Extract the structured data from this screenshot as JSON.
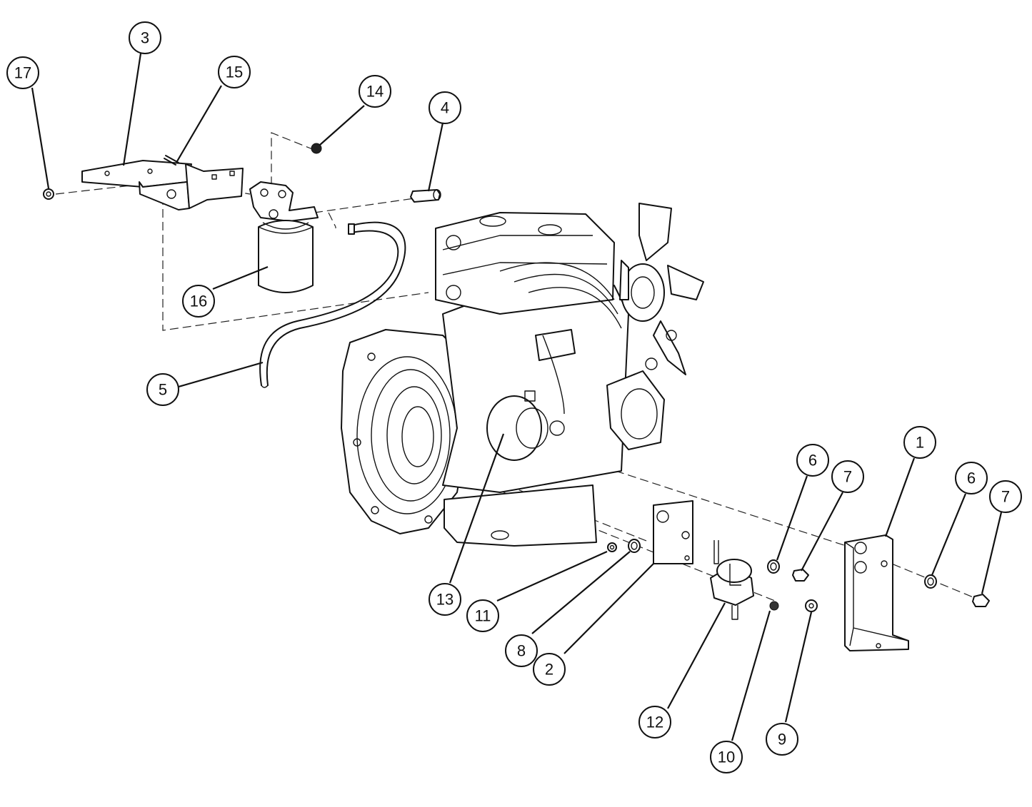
{
  "callouts": [
    {
      "id": "c17",
      "label": "17"
    },
    {
      "id": "c3",
      "label": "3"
    },
    {
      "id": "c15",
      "label": "15"
    },
    {
      "id": "c14",
      "label": "14"
    },
    {
      "id": "c4",
      "label": "4"
    },
    {
      "id": "c16",
      "label": "16"
    },
    {
      "id": "c5",
      "label": "5"
    },
    {
      "id": "c13",
      "label": "13"
    },
    {
      "id": "c11",
      "label": "11"
    },
    {
      "id": "c8",
      "label": "8"
    },
    {
      "id": "c2",
      "label": "2"
    },
    {
      "id": "c12",
      "label": "12"
    },
    {
      "id": "c10",
      "label": "10"
    },
    {
      "id": "c9",
      "label": "9"
    },
    {
      "id": "c6a",
      "label": "6"
    },
    {
      "id": "c7a",
      "label": "7"
    },
    {
      "id": "c1",
      "label": "1"
    },
    {
      "id": "c6b",
      "label": "6"
    },
    {
      "id": "c7b",
      "label": "7"
    }
  ]
}
